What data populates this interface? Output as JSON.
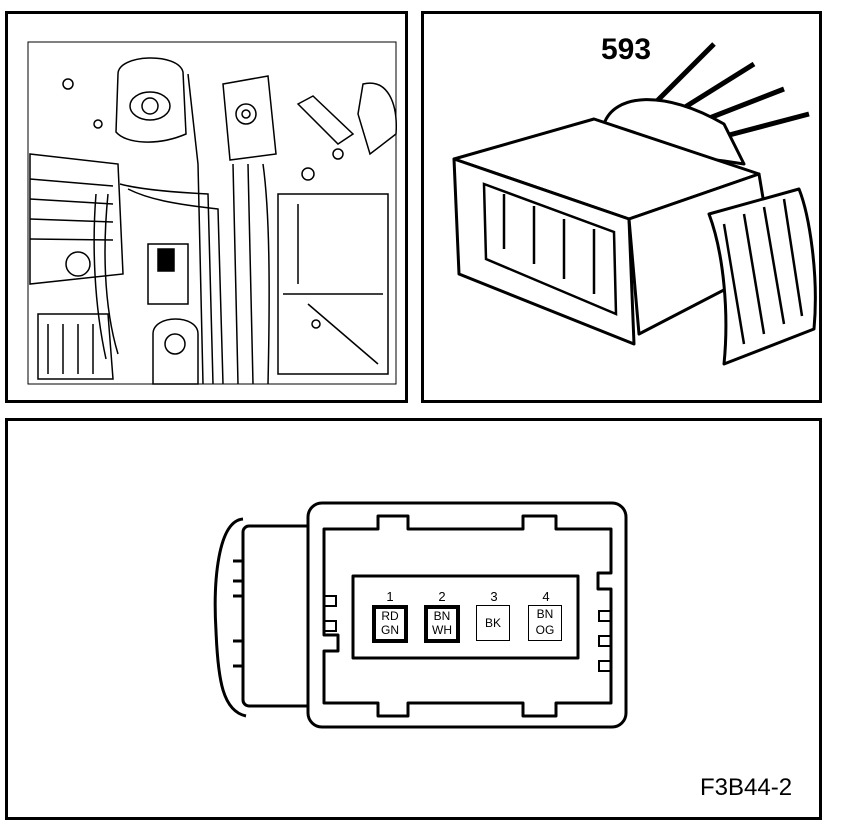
{
  "connector": {
    "number": "593"
  },
  "figure": {
    "reference": "F3B44-2"
  },
  "pins": [
    {
      "number": "1",
      "wire": [
        "RD",
        "GN"
      ],
      "filled": true
    },
    {
      "number": "2",
      "wire": [
        "BN",
        "WH"
      ],
      "filled": true
    },
    {
      "number": "3",
      "wire": [
        "BK"
      ],
      "filled": false
    },
    {
      "number": "4",
      "wire": [
        "BN",
        "OG"
      ],
      "filled": false
    }
  ]
}
